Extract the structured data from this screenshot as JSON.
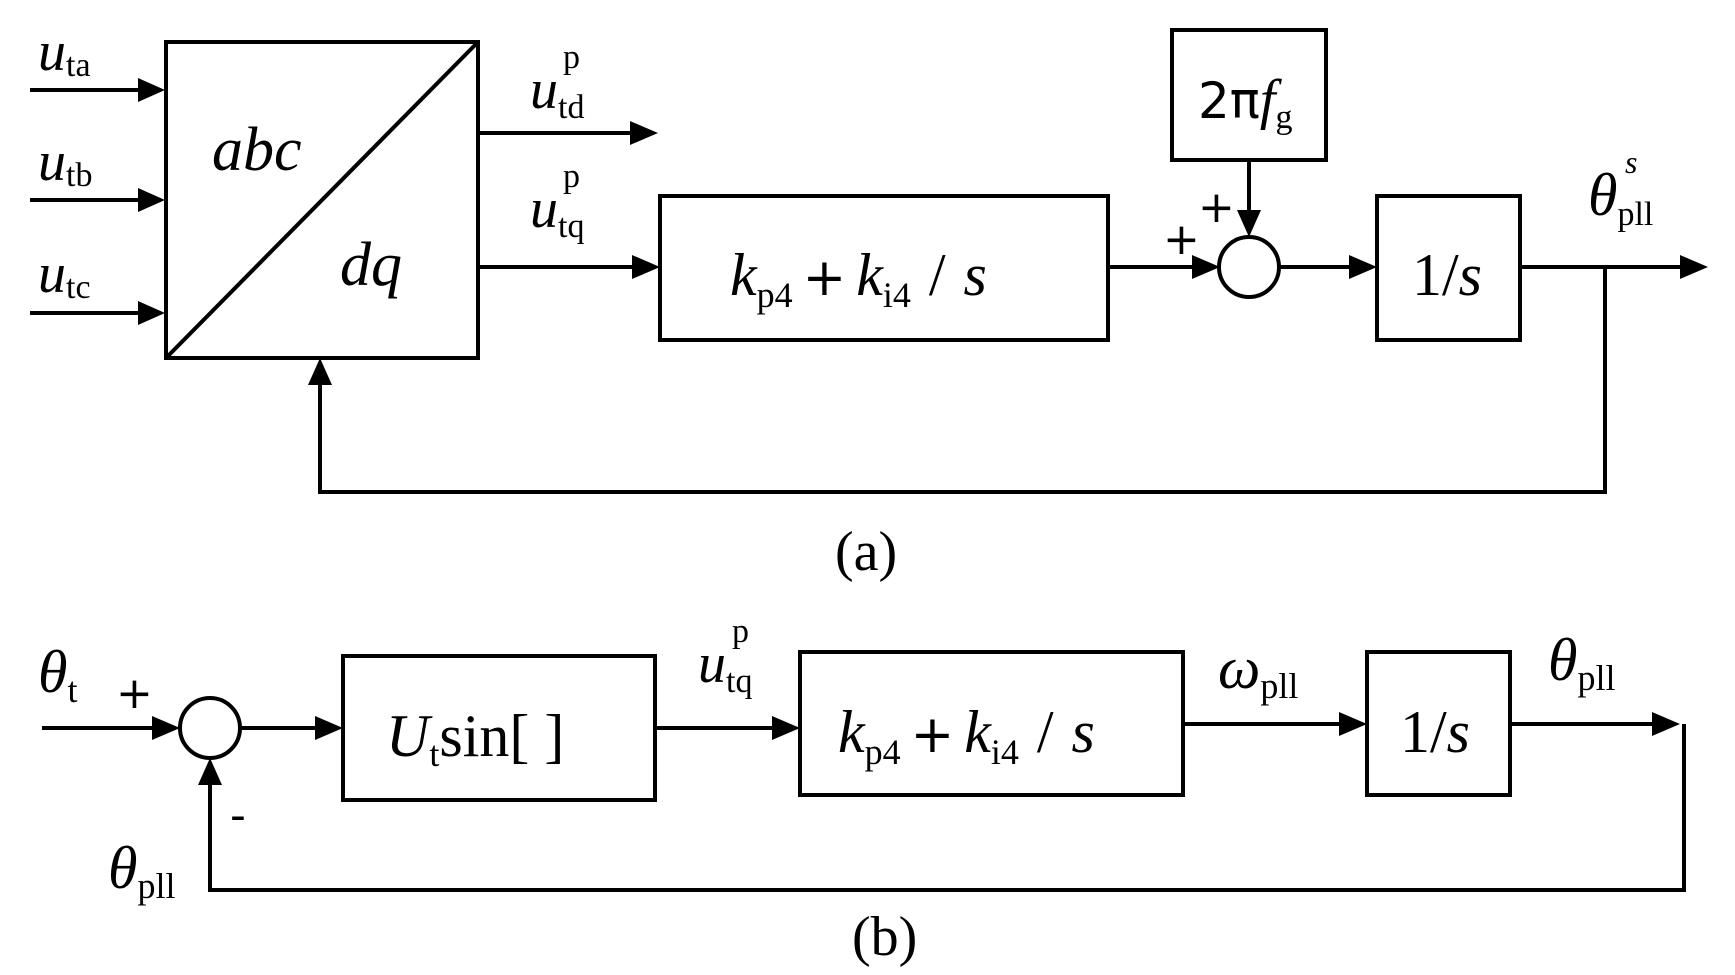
{
  "panel_a": {
    "caption": "(a)",
    "inputs": [
      {
        "var": "u",
        "sub": "ta"
      },
      {
        "var": "u",
        "sub": "tb"
      },
      {
        "var": "u",
        "sub": "tc"
      }
    ],
    "transform_block": {
      "top": "abc",
      "bottom": "dq"
    },
    "out_d": {
      "var": "u",
      "sub": "td",
      "sup": "p"
    },
    "out_q": {
      "var": "u",
      "sub": "tq",
      "sup": "p"
    },
    "pi_block": {
      "kp": "k",
      "kp_sub": "p4",
      "plus": "+",
      "ki": "k",
      "ki_sub": "i4",
      "slash": "/",
      "s": "s"
    },
    "freq_block": {
      "pre": "2π",
      "var": "f",
      "sub": "g"
    },
    "sum_signs": {
      "top": "+",
      "left": "+"
    },
    "integrator": {
      "num": "1/",
      "den": "s"
    },
    "output": {
      "var": "θ",
      "sub": "pll",
      "sup": "s"
    }
  },
  "panel_b": {
    "caption": "(b)",
    "input": {
      "var": "θ",
      "sub": "t"
    },
    "sum_signs": {
      "plus": "+",
      "minus": "-"
    },
    "sin_block": {
      "var": "U",
      "sub": "t",
      "fn": "sin[ ]"
    },
    "sig_q": {
      "var": "u",
      "sub": "tq",
      "sup": "p"
    },
    "pi_block": {
      "kp": "k",
      "kp_sub": "p4",
      "plus": "+",
      "ki": "k",
      "ki_sub": "i4",
      "slash": "/",
      "s": "s"
    },
    "omega": {
      "var": "ω",
      "sub": "pll"
    },
    "integrator": {
      "num": "1/",
      "den": "s"
    },
    "output": {
      "var": "θ",
      "sub": "pll"
    },
    "feedback": {
      "var": "θ",
      "sub": "pll"
    }
  }
}
